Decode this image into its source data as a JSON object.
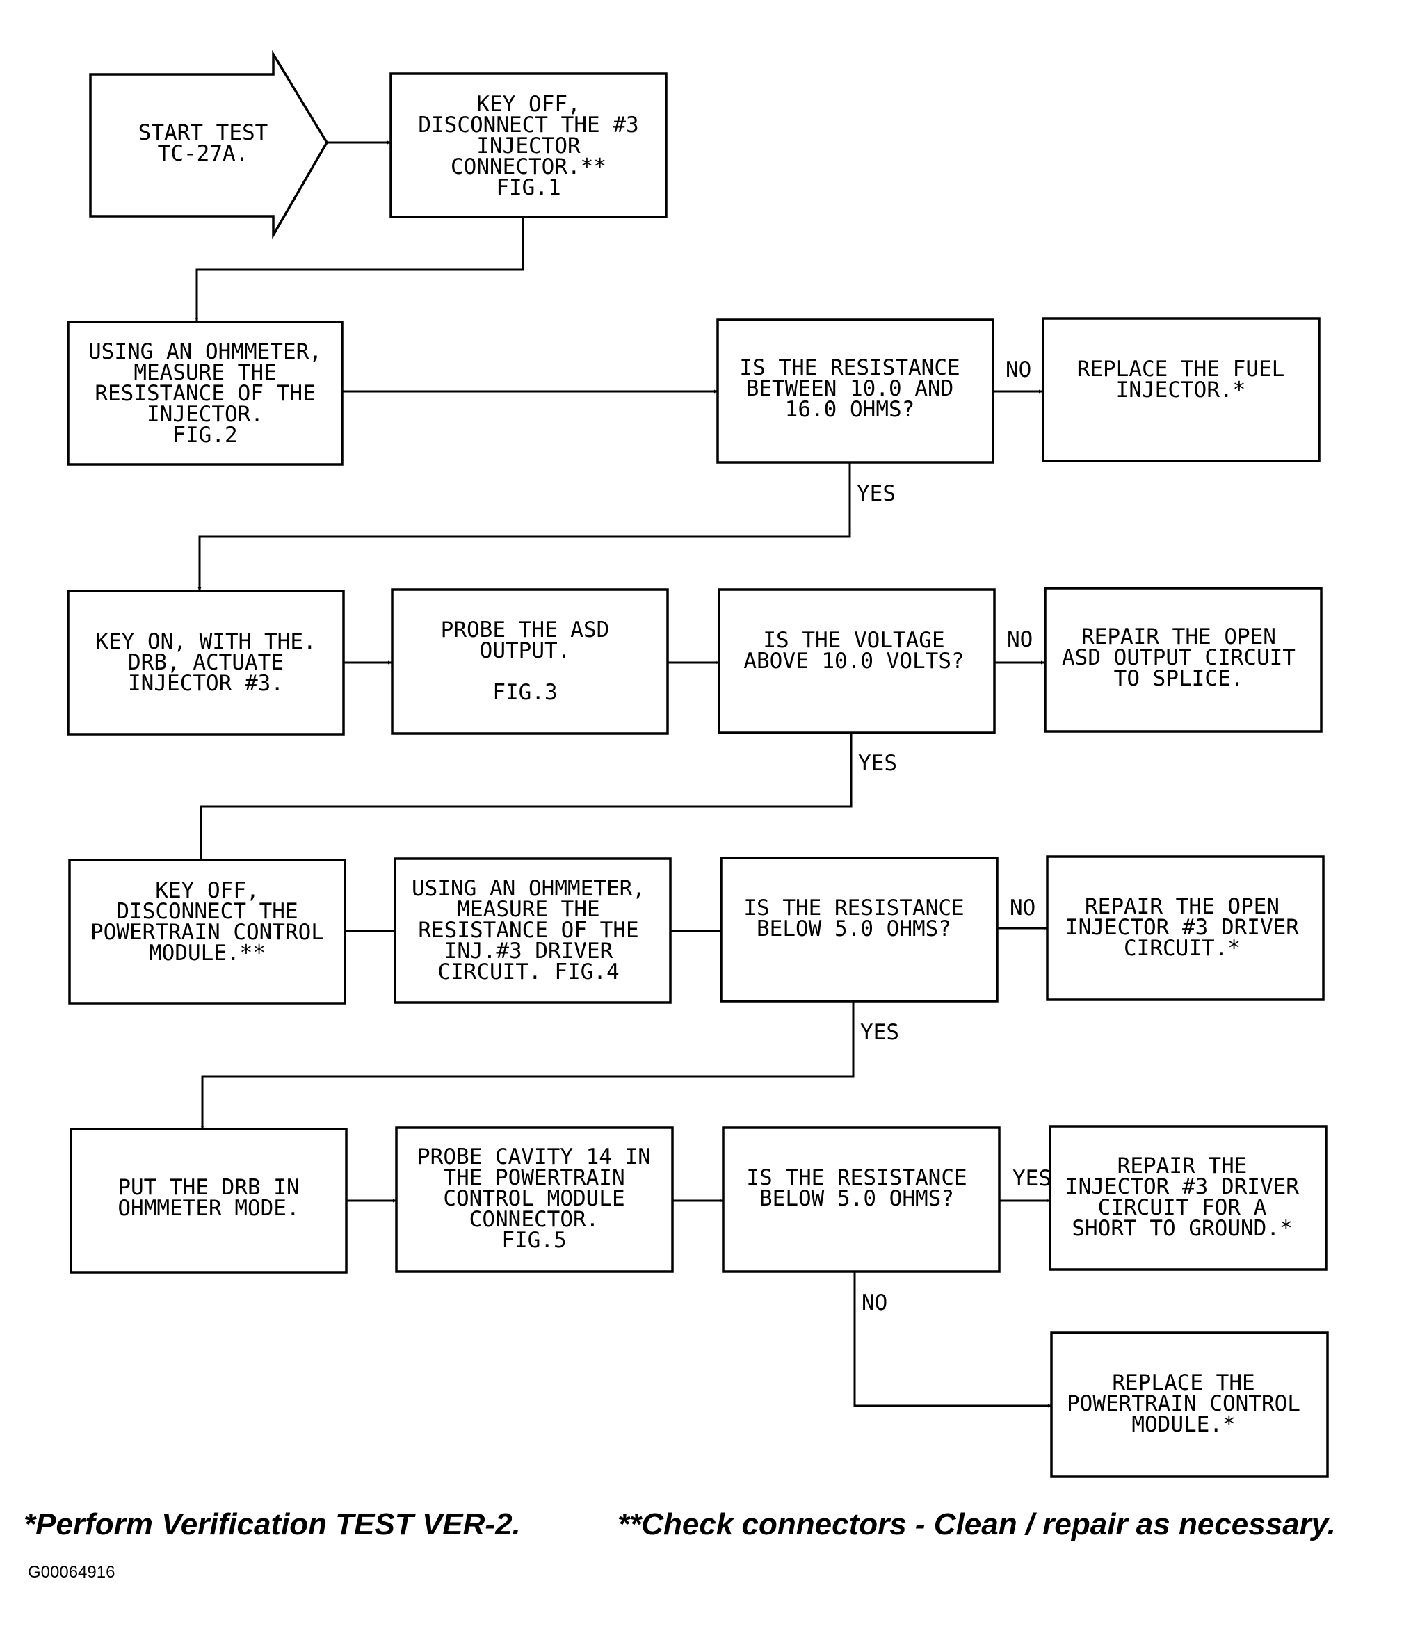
{
  "nodes": {
    "start": [
      "START TEST",
      "TC-27A."
    ],
    "n1": [
      "KEY OFF,",
      "DISCONNECT THE #3",
      "INJECTOR",
      "CONNECTOR.**",
      "FIG.1"
    ],
    "n2": [
      "USING AN OHMMETER,",
      "MEASURE THE",
      "RESISTANCE OF THE",
      "INJECTOR.",
      "FIG.2"
    ],
    "d1": [
      "IS THE RESISTANCE",
      "BETWEEN 10.0 AND",
      "16.0 OHMS?"
    ],
    "r1": [
      "REPLACE THE FUEL",
      "INJECTOR.*"
    ],
    "n3": [
      "KEY ON, WITH THE.",
      "DRB, ACTUATE",
      "INJECTOR #3."
    ],
    "n4": [
      "PROBE THE ASD",
      "OUTPUT.",
      "",
      "FIG.3"
    ],
    "d2": [
      "IS THE VOLTAGE",
      "ABOVE 10.0 VOLTS?"
    ],
    "r2": [
      "REPAIR THE OPEN",
      "ASD OUTPUT CIRCUIT",
      "TO SPLICE."
    ],
    "n5": [
      "KEY OFF,",
      "DISCONNECT THE",
      "POWERTRAIN CONTROL",
      "MODULE.**"
    ],
    "n6": [
      "USING AN OHMMETER,",
      "MEASURE THE",
      "RESISTANCE OF THE",
      "INJ.#3 DRIVER",
      "CIRCUIT. FIG.4"
    ],
    "d3": [
      "IS THE RESISTANCE",
      "BELOW 5.0 OHMS?"
    ],
    "r3": [
      "REPAIR THE OPEN",
      "INJECTOR #3 DRIVER",
      "CIRCUIT.*"
    ],
    "n7": [
      "PUT THE DRB IN",
      "OHMMETER MODE."
    ],
    "n8": [
      "PROBE CAVITY 14 IN",
      "THE POWERTRAIN",
      "CONTROL MODULE",
      "CONNECTOR.",
      "FIG.5"
    ],
    "d4": [
      "IS THE RESISTANCE",
      "BELOW 5.0 OHMS?"
    ],
    "r4": [
      "REPAIR THE",
      "INJECTOR #3 DRIVER",
      "CIRCUIT FOR A",
      "SHORT TO GROUND.*"
    ],
    "r5": [
      "REPLACE THE",
      "POWERTRAIN CONTROL",
      "MODULE.*"
    ]
  },
  "labels": {
    "d1_no": "NO",
    "d1_yes": "YES",
    "d2_no": "NO",
    "d2_yes": "YES",
    "d3_no": "NO",
    "d3_yes": "YES",
    "d4_yes": "YES",
    "d4_no": "NO"
  },
  "footnotes": {
    "verification": "*Perform Verification TEST VER-2.",
    "connectors": "**Check connectors - Clean / repair as necessary."
  },
  "figure_id": "G00064916"
}
